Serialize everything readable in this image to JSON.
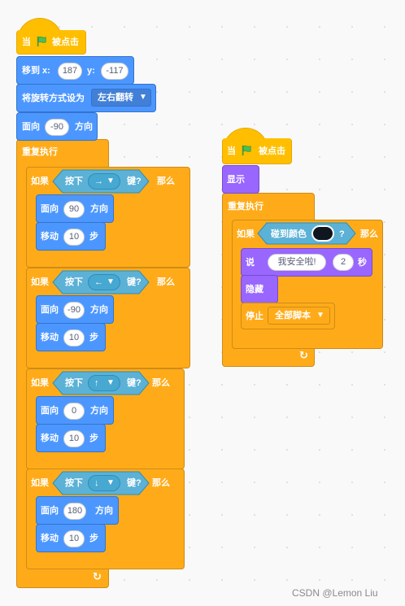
{
  "script1": {
    "hat": {
      "when": "当",
      "clicked": "被点击"
    },
    "goto": {
      "label": "移到 x:",
      "x": "187",
      "ylabel": "y:",
      "y": "-117"
    },
    "rotation": {
      "label": "将旋转方式设为",
      "value": "左右翻转"
    },
    "face": {
      "label": "面向",
      "value": "-90",
      "suffix": "方向"
    },
    "forever": "重复执行",
    "ifs": [
      {
        "if": "如果",
        "press": "按下",
        "key": "→",
        "key_suffix": "键?",
        "then": "那么",
        "face_label": "面向",
        "face_value": "90",
        "face_suffix": "方向",
        "move_label": "移动",
        "move_value": "10",
        "move_suffix": "步"
      },
      {
        "if": "如果",
        "press": "按下",
        "key": "←",
        "key_suffix": "键?",
        "then": "那么",
        "face_label": "面向",
        "face_value": "-90",
        "face_suffix": "方向",
        "move_label": "移动",
        "move_value": "10",
        "move_suffix": "步"
      },
      {
        "if": "如果",
        "press": "按下",
        "key": "↑",
        "key_suffix": "键?",
        "then": "那么",
        "face_label": "面向",
        "face_value": "0",
        "face_suffix": "方向",
        "move_label": "移动",
        "move_value": "10",
        "move_suffix": "步"
      },
      {
        "if": "如果",
        "press": "按下",
        "key": "↓",
        "key_suffix": "键?",
        "then": "那么",
        "face_label": "面向",
        "face_value": "180",
        "face_suffix": "方向",
        "move_label": "移动",
        "move_value": "10",
        "move_suffix": "步"
      }
    ]
  },
  "script2": {
    "hat": {
      "when": "当",
      "clicked": "被点击"
    },
    "show": "显示",
    "forever": "重复执行",
    "if": {
      "if": "如果",
      "touch": "碰到颜色",
      "q": "?",
      "then": "那么",
      "color": "#0F1620"
    },
    "say": {
      "label": "说",
      "text": "我安全啦!",
      "secs": "2",
      "suffix": "秒"
    },
    "hide": "隐藏",
    "stop": {
      "label": "停止",
      "value": "全部脚本"
    }
  },
  "colors": {
    "events": "#FFBF00",
    "control": "#FFAB19",
    "motion": "#4C97FF",
    "looks": "#9966FF",
    "sensing": "#5CB1D6",
    "flag": "#4CBF56"
  },
  "watermark": "CSDN @Lemon Liu"
}
